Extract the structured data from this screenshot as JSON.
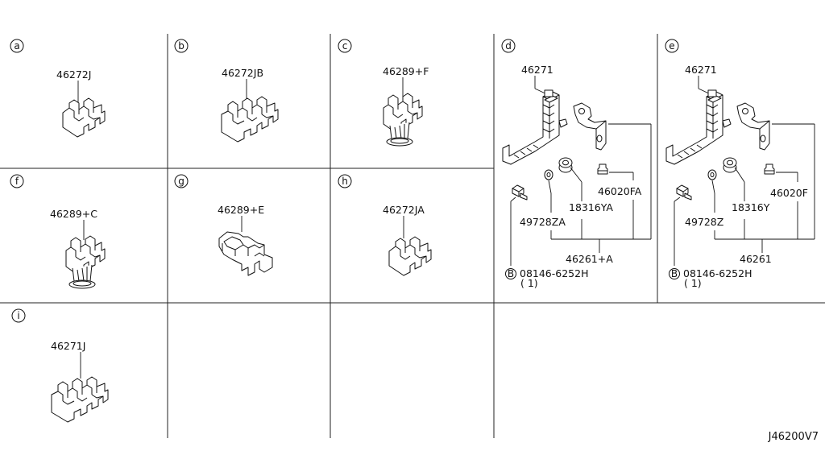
{
  "diagram_ref": "J46200V7",
  "bolt_marker": "B",
  "panels": {
    "a": {
      "letter": "a",
      "part": "46272J"
    },
    "b": {
      "letter": "b",
      "part": "46272JB"
    },
    "c": {
      "letter": "c",
      "part": "46289+F"
    },
    "f": {
      "letter": "f",
      "part": "46289+C"
    },
    "g": {
      "letter": "g",
      "part": "46289+E"
    },
    "h": {
      "letter": "h",
      "part": "46272JA"
    },
    "i": {
      "letter": "i",
      "part": "46271J"
    },
    "d": {
      "letter": "d",
      "bracket": "46271",
      "grommet": "46020FA",
      "spacer": "18316YA",
      "washer": "49728ZA",
      "assembly": "46261+A",
      "bolt": "08146-6252H",
      "qty": "( 1)"
    },
    "e": {
      "letter": "e",
      "bracket": "46271",
      "grommet": "46020F",
      "spacer": "18316Y",
      "washer": "49728Z",
      "assembly": "46261",
      "bolt": "08146-6252H",
      "qty": "( 1)"
    }
  }
}
